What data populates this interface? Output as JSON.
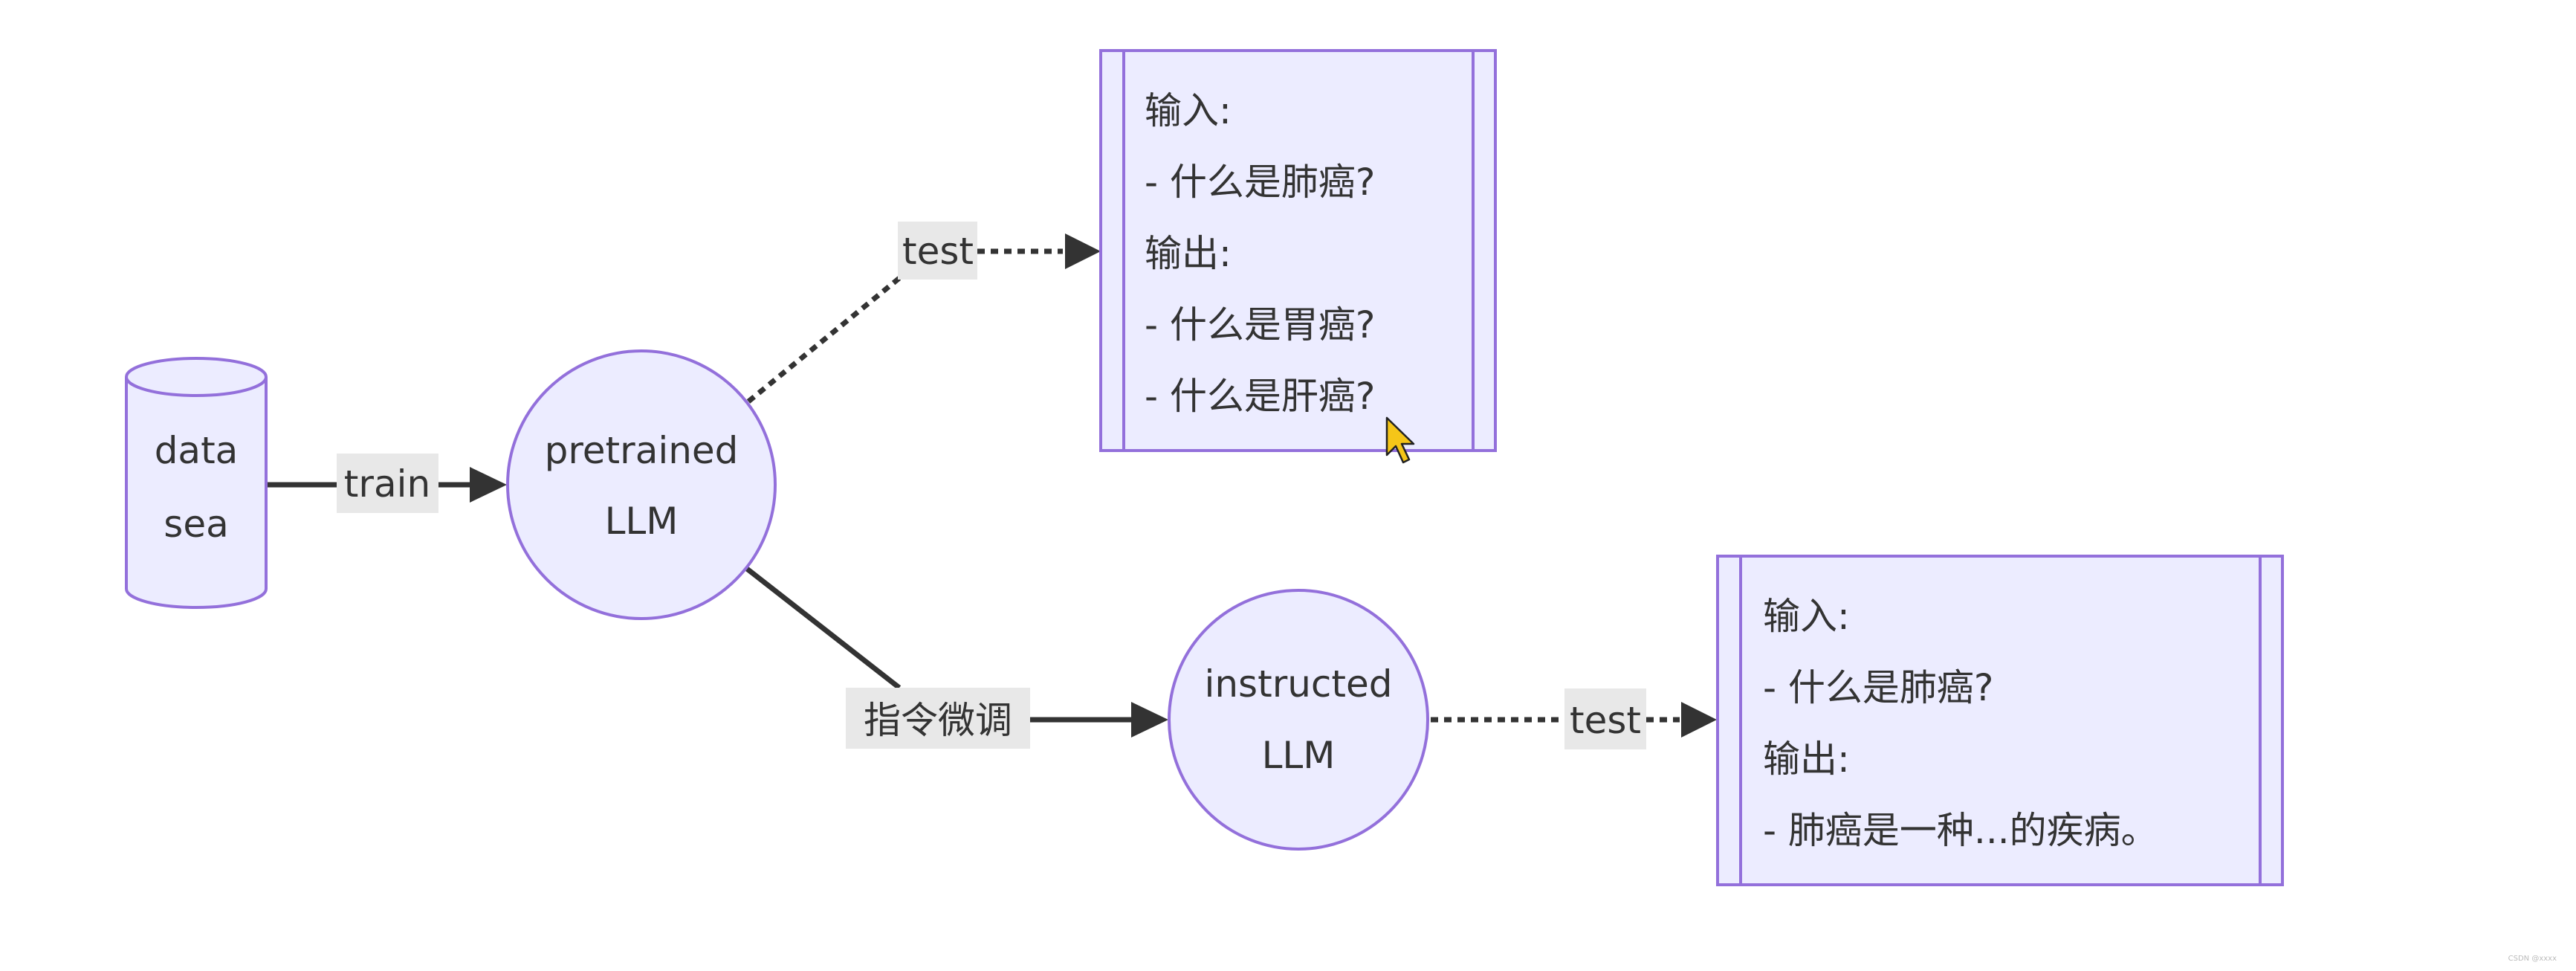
{
  "colors": {
    "node_fill": "#ececff",
    "node_stroke": "#9370db",
    "edge": "#333333",
    "label_bg": "#e8e8e8",
    "text": "#333333"
  },
  "nodes": {
    "data_sea": {
      "line1": "data",
      "line2": "sea",
      "shape": "cylinder"
    },
    "pretrained": {
      "line1": "pretrained",
      "line2": "LLM",
      "shape": "circle"
    },
    "instructed": {
      "line1": "instructed",
      "line2": "LLM",
      "shape": "circle"
    },
    "test_box_1": {
      "shape": "subroutine",
      "lines": [
        "输入:",
        "- 什么是肺癌?",
        "输出:",
        "- 什么是胃癌?",
        "- 什么是肝癌?"
      ]
    },
    "test_box_2": {
      "shape": "subroutine",
      "lines": [
        "输入:",
        "- 什么是肺癌?",
        "输出:",
        "- 肺癌是一种...的疾病。"
      ]
    }
  },
  "edges": {
    "train": {
      "label": "train",
      "style": "solid"
    },
    "test_upper": {
      "label": "test",
      "style": "dotted"
    },
    "finetune": {
      "label": "指令微调",
      "style": "solid"
    },
    "test_lower": {
      "label": "test",
      "style": "dotted"
    }
  },
  "watermark": "CSDN @xxxx",
  "cursor": "arrow-cursor-icon"
}
